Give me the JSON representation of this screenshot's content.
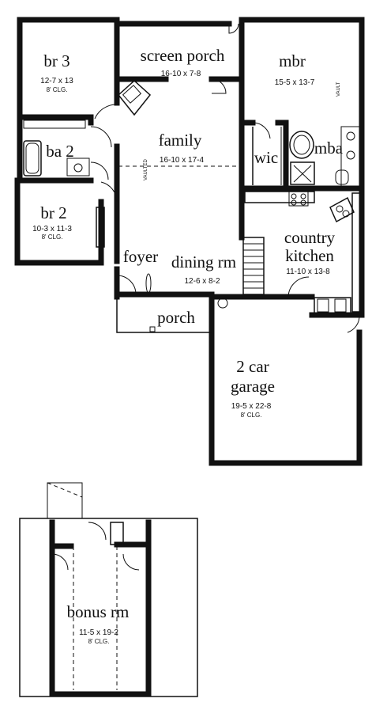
{
  "rooms": {
    "br3": {
      "name": "br 3",
      "dims": "12-7 x 13",
      "clg": "8' CLG."
    },
    "screen_porch": {
      "name": "screen porch",
      "dims": "16-10 x 7-8"
    },
    "mbr": {
      "name": "mbr",
      "dims": "15-5 x 13-7"
    },
    "family": {
      "name": "family",
      "dims": "16-10 x 17-4"
    },
    "ba2": {
      "name": "ba 2"
    },
    "wic": {
      "name": "wic"
    },
    "mba": {
      "name": "mba"
    },
    "br2": {
      "name": "br 2",
      "dims": "10-3 x 11-3",
      "clg": "8' CLG."
    },
    "foyer": {
      "name": "foyer"
    },
    "dining": {
      "name": "dining rm",
      "dims": "12-6 x 8-2"
    },
    "kitchen": {
      "name_line1": "country",
      "name_line2": "kitchen",
      "dims": "11-10 x 13-8"
    },
    "porch": {
      "name": "porch"
    },
    "garage": {
      "name_line1": "2 car",
      "name_line2": "garage",
      "dims": "19-5 x 22-8",
      "clg": "8' CLG."
    },
    "bonus": {
      "name": "bonus rm",
      "dims": "11-5 x 19-2",
      "clg": "8' CLG."
    }
  },
  "labels": {
    "vault": "VAULT",
    "vaulted": "VAULTED"
  }
}
